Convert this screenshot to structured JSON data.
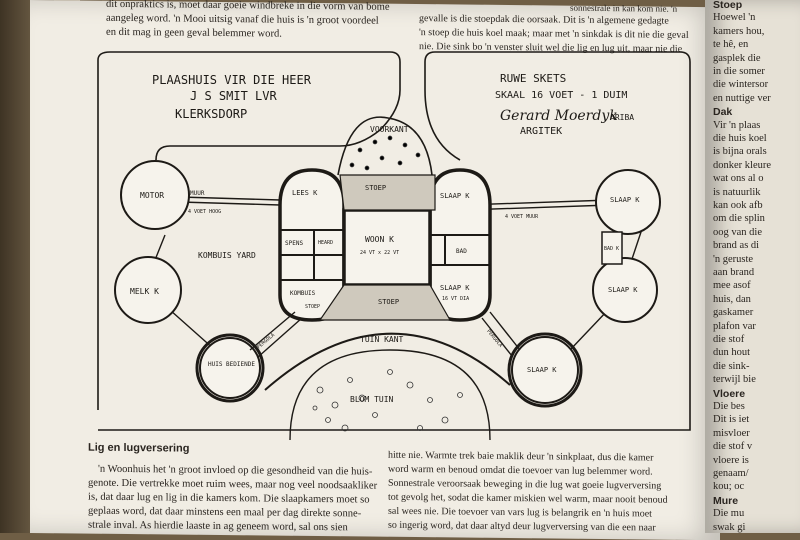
{
  "top_left_text": [
    "dit onpraktics is, moet daar goeie windbreke in die vorm van bome",
    "aangeleg word. 'n Mooi uitsig vanaf die huis is 'n groot voordeel",
    "en dit mag in geen geval belemmer word."
  ],
  "top_right_text": [
    "sonnestrale in kan kom nie. 'n",
    "gevalle is die stoepdak die oorsaak. Dit is 'n algemene gedagte",
    "'n stoep die huis koel maak; maar met 'n sinkdak is dit nie die geval",
    "nie. Die sink bo 'n venster sluit wel die lig en lug uit, maar nie die"
  ],
  "plan": {
    "title_lines": [
      "PLAASHUIS VIR DIE HEER",
      "J S SMIT LVR",
      "KLERKSDORP"
    ],
    "sketch_lines": [
      "RUWE SKETS",
      "SKAAL 16 VOET - 1 DUIM"
    ],
    "signature": "Gerard Moerdyk",
    "signature_suffix": "ARIBA",
    "architect": "ARGITEK",
    "labels": {
      "voorkant": "VOORKANT",
      "stoep_top": "STOEP",
      "motor": "MOTOR",
      "muur_left": "MUUR",
      "voet_hoog": "4 VOET HOOG",
      "lees_k": "LEES K",
      "slaap_k_top": "SLAAP K",
      "slaap_k_right": "SLAAP K",
      "muur_right": "4 VOET MUUR",
      "kombuis_yard": "KOMBUIS YARD",
      "spens": "SPENS",
      "heard": "HEARD",
      "woon_k": "WOON K",
      "woon_dim": "24 VT x 22 VT",
      "bad": "BAD",
      "bad_right": "BAD K",
      "melk_k": "MELK K",
      "kombuis": "KOMBUIS",
      "stoep_small": "STOEP",
      "slaap_k_dim": "SLAAP K",
      "slaap_dim": "16 VT DIA",
      "slaap_k_right2": "SLAAP K",
      "stoep_bottom": "STOEP",
      "pergola_left": "PERGOLA",
      "pergola_right": "PERGOLA",
      "tuin_kant": "TUIN KANT",
      "huis_bediende": "HUIS BEDIENDE",
      "slaap_k_bottom": "SLAAP K",
      "blom_tuin": "BLOM TUIN"
    }
  },
  "section_heading": "Lig en lugversering",
  "bottom_left_text": [
    "'n Woonhuis het 'n groot invloed op die gesondheid van die huis-",
    "genote. Die vertrekke moet ruim wees, maar nog veel noodsaakliker",
    "is, dat daar lug en lig in die kamers kom. Die slaapkamers moet so",
    "geplaas word, dat daar minstens een maal per dag direkte sonne-",
    "strale inval. As hierdie laaste in ag geneem word, sal ons sien"
  ],
  "bottom_right_text": [
    "hitte nie. Warmte trek baie maklik deur 'n sinkplaat, dus die kamer",
    "word warm en benoud omdat die toevoer van lug belemmer word.",
    "Sonnestrale veroorsaak beweging in die lug wat goeie lugverversing",
    "tot gevolg het, sodat die kamer miskien wel warm, maar nooit benoud",
    "sal wees nie. Die toevoer van vars lug is belangrik en 'n huis moet",
    "so ingerig word, dat daar altyd deur lugverversing van die een naar"
  ],
  "right_page_text": [
    "Stoep",
    "Hoewel 'n",
    "kamers hou,",
    "te hê, en",
    "gasplek die",
    "in die somer",
    "die wintersor",
    "en nuttige ver",
    "Dak",
    "Vir 'n plaas",
    "die huis koel",
    "is bijna orals",
    "donker kleure",
    "wat ons al o",
    "is natuurlik",
    "kan ook afb",
    "om die splin",
    "oog van die",
    "brand as di",
    "'n geruste",
    "aan brand",
    "mee asof",
    "huis, dan",
    "gaskamer",
    "plafon var",
    "die stof",
    "dun hout",
    "die sink-",
    "terwijl bie",
    "Vloere",
    "Die bes",
    "Dit is iet",
    "misvloer",
    "die stof v",
    "vloere is",
    "genaam/",
    "kou; oc",
    "Mure",
    "Die mu",
    "swak gi"
  ]
}
